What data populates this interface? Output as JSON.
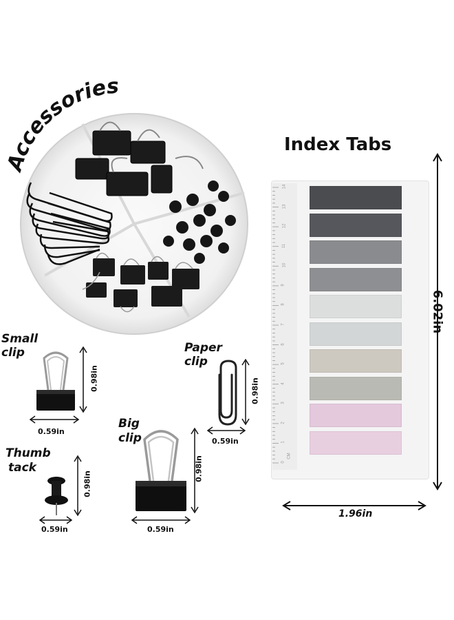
{
  "accessories": {
    "title": "Accessories",
    "items": [
      {
        "label": "Small clip",
        "label_line1": "Small",
        "label_line2": "clip",
        "height": "0.98in",
        "width": "0.59in"
      },
      {
        "label": "Paper clip",
        "label_line1": "Paper",
        "label_line2": "clip",
        "height": "0.98in",
        "width": "0.59in"
      },
      {
        "label": "Thumb tack",
        "label_line1": "Thumb",
        "label_line2": "tack",
        "height": "0.98in",
        "width": "0.59in"
      },
      {
        "label": "Big clip",
        "label_line1": "Big",
        "label_line2": "clip",
        "height": "0.98in",
        "width": "0.59in"
      }
    ]
  },
  "index_tabs": {
    "title": "Index Tabs",
    "height": "6.02in",
    "width": "1.96in",
    "ruler_numbers": [
      "14",
      "13",
      "12",
      "11",
      "10",
      "9",
      "8",
      "7",
      "6",
      "5",
      "4",
      "3",
      "2",
      "1",
      "0"
    ],
    "ruler_unit": "CM",
    "tab_colors": [
      "#4a4c50",
      "#55575c",
      "#8a8b8e",
      "#8e8f92",
      "#dcdedd",
      "#d3d6d6",
      "#cdc8c0",
      "#babab4",
      "#e4c8dc",
      "#e8cfe0"
    ]
  }
}
